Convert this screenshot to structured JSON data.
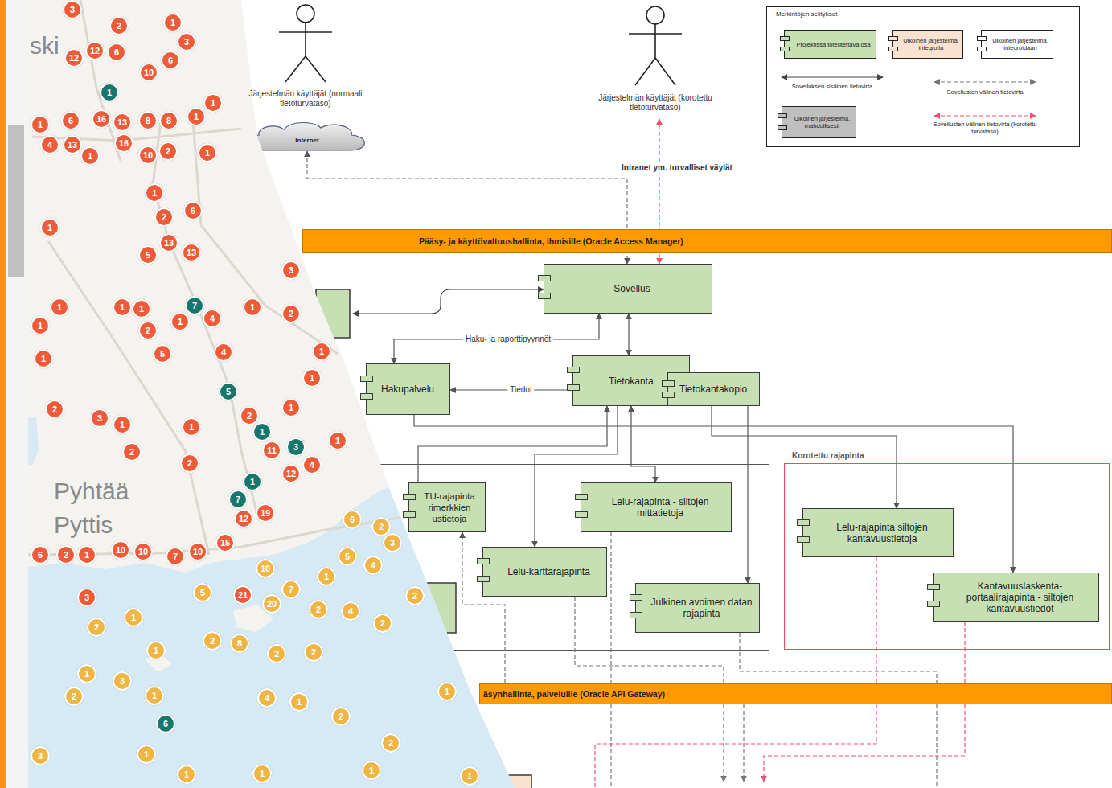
{
  "diagram": {
    "nodes": [
      {
        "text": [
          "Järjestelmän käyttäjät (normaali tietoturvataso)"
        ]
      },
      {
        "text": [
          "Järjestelmän käyttäjät (korotettu tietoturvataso)"
        ]
      },
      {
        "text": [
          "Internet"
        ]
      },
      {
        "text": [
          "Pääsy- ja käyttövaltuushallinta, ihmisille (Oracle Access Manager)"
        ]
      },
      {
        "text": [
          "Sovellus"
        ]
      },
      {
        "text": [
          "Hakupalvelu"
        ]
      },
      {
        "text": [
          "Tietokanta"
        ]
      },
      {
        "text": [
          "Tietokantakopio"
        ]
      },
      {
        "text": [
          "TU-rajapinta rimerkkien ustietoja"
        ]
      },
      {
        "text": [
          "Lelu-rajapinta - siltojen mittatietoja"
        ]
      },
      {
        "text": [
          "Korotettu rajapinta"
        ]
      },
      {
        "text": [
          "Lelu-rajapinta siltojen kantavuustietoja"
        ],
        "in": 10
      },
      {
        "text": [
          "Lelu-karttarajapinta"
        ]
      },
      {
        "text": [
          "Julkinen avoimen datan rajapinta"
        ]
      },
      {
        "text": [
          "Kantavuuslaskenta-portaalirajapinta - siltojen kantavuustiedot"
        ],
        "in": 10
      },
      {
        "text": [
          "äsynhallinta, palveluille (Oracle API Gateway)"
        ]
      }
    ],
    "edges": [
      {
        "from": 2,
        "to": 4,
        "arrow": "both"
      },
      {
        "from": 1,
        "to": 4,
        "label": "Intranet ym. turvalliset väylät",
        "arrow": "both"
      },
      {
        "from": 4,
        "to": 5,
        "label": "Haku- ja raporttipyynnöt",
        "arrow": "both"
      },
      {
        "from": 4,
        "to": 6,
        "arrow": "both"
      },
      {
        "from": 6,
        "to": 5,
        "label": "Tiedot",
        "arrow": "to"
      },
      {
        "from": 8,
        "to": 6,
        "arrow": "to"
      },
      {
        "from": 6,
        "to": 12,
        "arrow": "to"
      },
      {
        "from": 6,
        "to": 9,
        "arrow": "both"
      },
      {
        "from": 7,
        "to": 13,
        "arrow": "to"
      },
      {
        "from": 7,
        "to": 11,
        "arrow": "to"
      },
      {
        "from": 5,
        "to": 14,
        "arrow": "to"
      },
      {
        "from": 15,
        "to": 8,
        "arrow": "to"
      },
      {
        "from": 12,
        "to": 15,
        "arrow": "none"
      },
      {
        "from": 9,
        "to": 15,
        "arrow": "none"
      },
      {
        "from": 13,
        "to": 15,
        "arrow": "none"
      },
      {
        "from": 11,
        "to": 15,
        "arrow": "none"
      },
      {
        "from": 14,
        "to": 15,
        "arrow": "none"
      }
    ],
    "labels": [
      "Merkintöjen selitykset",
      "ski",
      "Pyhtää",
      "Pyttis",
      "3",
      "2",
      "1",
      "3",
      "12",
      "12",
      "6",
      "6",
      "10",
      "1",
      "1",
      "1",
      "1",
      "6",
      "16",
      "13",
      "8",
      "8",
      "4",
      "13",
      "16",
      "10",
      "2",
      "1",
      "1",
      "1",
      "2",
      "6",
      "1",
      "13",
      "5",
      "13",
      "3",
      "1",
      "1",
      "1",
      "7",
      "4",
      "1",
      "1",
      "2",
      "1",
      "2",
      "5",
      "4",
      "1",
      "1",
      "1",
      "5",
      "2",
      "3",
      "1",
      "2",
      "1",
      "2",
      "1",
      "1",
      "11",
      "3",
      "1",
      "2",
      "4",
      "12",
      "1",
      "7",
      "19",
      "12",
      "6",
      "2",
      "1",
      "10",
      "10",
      "7",
      "10",
      "15",
      "10",
      "5",
      "4",
      "6",
      "2",
      "3",
      "1",
      "21",
      "20",
      "7",
      "5",
      "3",
      "2",
      "4",
      "2",
      "2",
      "2",
      "1",
      "2",
      "8",
      "1",
      "2",
      "2",
      "1",
      "3",
      "2",
      "1",
      "4",
      "1",
      "1",
      "2",
      "6",
      "2",
      "1",
      "3",
      "1",
      "1",
      "1",
      "1"
    ],
    "legend": [
      {
        "text": "Projektissa toteutettava osa",
        "color": "#c6e0b4"
      },
      {
        "text": "Ulkoinen järjestelmä, integroitu",
        "color": "#fbe2d0"
      },
      {
        "text": "Ulkoinen järjestelmä, integroidaan",
        "color": "#ffffff"
      },
      {
        "text": "Sovelluksen sisäinen tietovirta"
      },
      {
        "text": "Sovellusten välinen tietovirta"
      },
      {
        "text": "Ulkoinen järjestelmä, mahdollisesti",
        "color": "#bfbfbf"
      },
      {
        "text": "Sovellusten välinen tietovirta (korotettu turvataso)"
      }
    ]
  }
}
